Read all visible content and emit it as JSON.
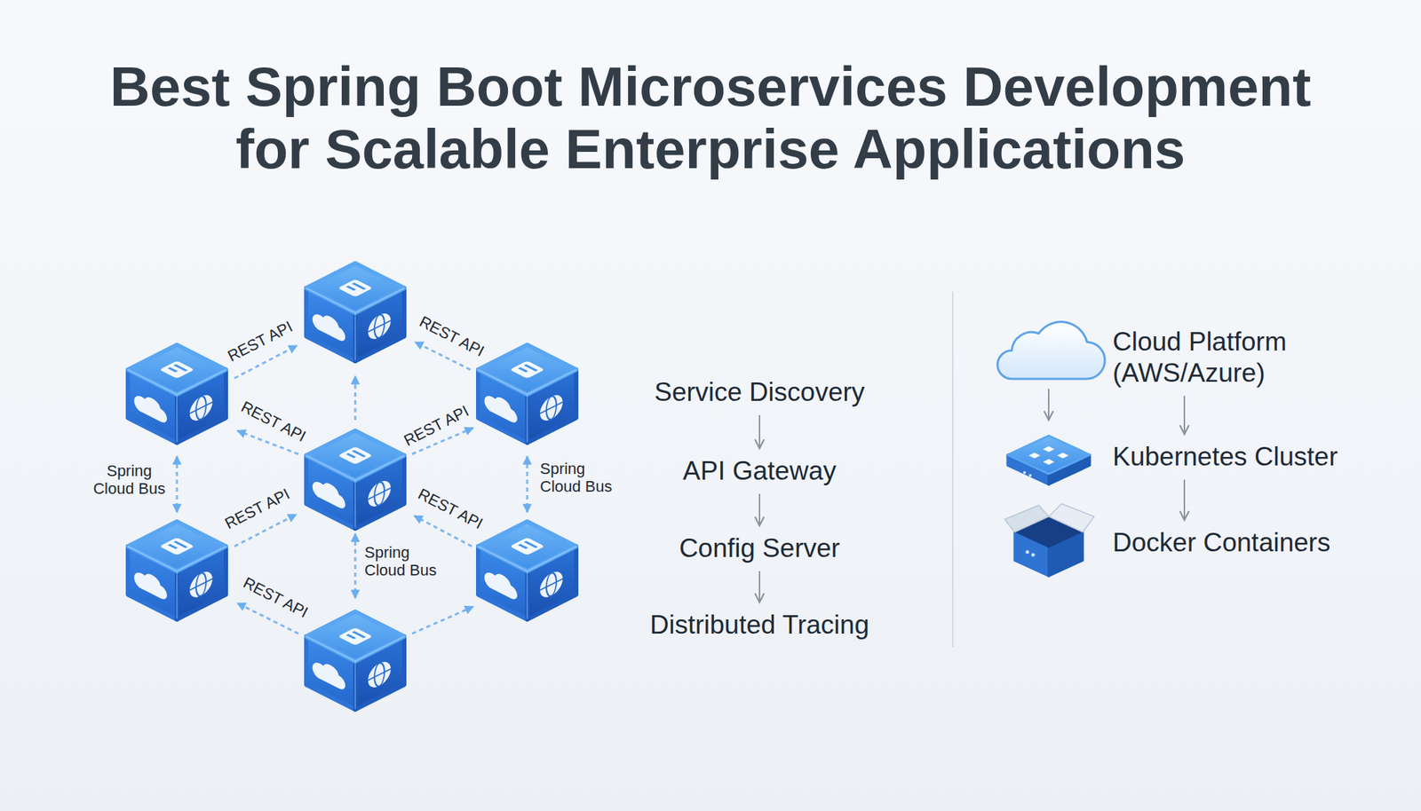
{
  "diagram": {
    "title": "Best Spring Boot Microservices Development for Scalable Enterprise Applications",
    "nodes": [
      {
        "text": [
          "Service Discovery"
        ]
      },
      {
        "text": [
          "API Gateway"
        ]
      },
      {
        "text": [
          "Config Server"
        ]
      },
      {
        "text": [
          "Distributed Tracing"
        ]
      },
      {
        "text": [
          "Cloud Platform (AWS/Azure)"
        ]
      },
      {
        "text": [
          "Kubernetes Cluster"
        ]
      },
      {
        "text": [
          "Docker Containers"
        ]
      }
    ],
    "edges": [
      {
        "from": 0,
        "to": 1,
        "arrow": "to"
      },
      {
        "from": 1,
        "to": 2,
        "arrow": "to"
      },
      {
        "from": 2,
        "to": 3,
        "arrow": "to"
      },
      {
        "from": 4,
        "to": 5,
        "arrow": "to"
      },
      {
        "from": 5,
        "to": 6,
        "arrow": "to"
      }
    ],
    "labels": [
      "REST API",
      "REST API",
      "REST API",
      "REST API",
      "Spring Cloud Bus",
      "Spring Cloud Bus",
      "REST API",
      "REST API",
      "Spring Cloud Bus",
      "REST API"
    ]
  }
}
